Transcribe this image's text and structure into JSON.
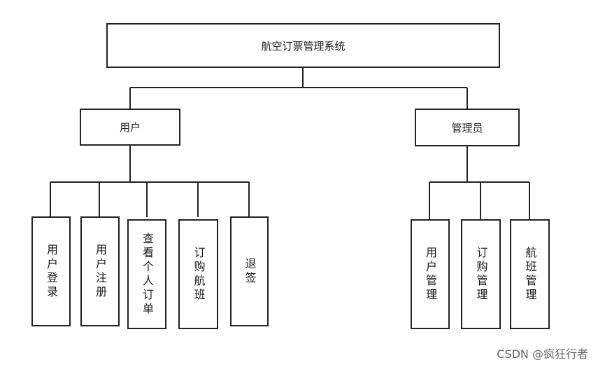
{
  "root": {
    "label": "航空订票管理系统"
  },
  "branches": [
    {
      "label": "用户",
      "children": [
        "用户登录",
        "用户注册",
        "查看个人订单",
        "订购航班",
        "退签"
      ]
    },
    {
      "label": "管理员",
      "children": [
        "用户管理",
        "订购管理",
        "航班管理"
      ]
    }
  ],
  "watermark": "CSDN @疯狂行者"
}
